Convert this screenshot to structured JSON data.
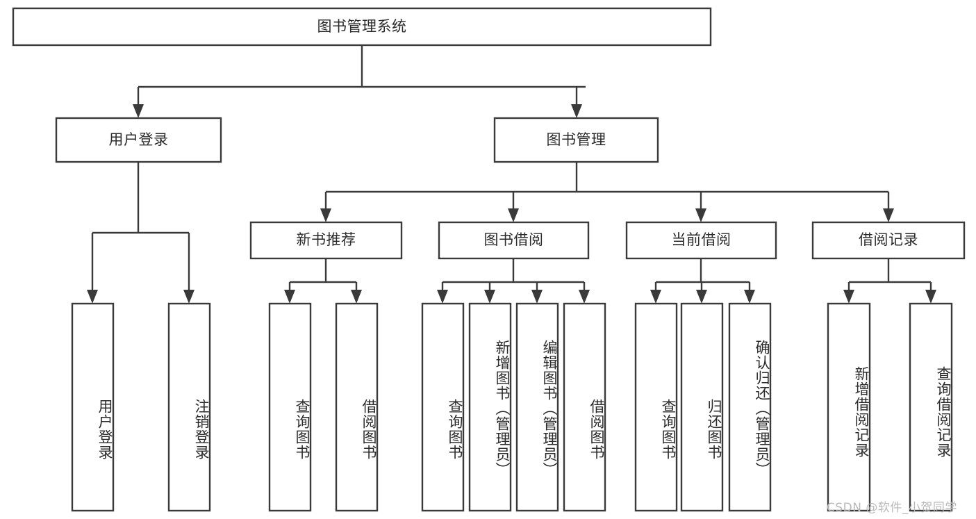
{
  "diagram": {
    "type": "tree-hierarchy",
    "title": "图书管理系统",
    "orientation": "top-down",
    "watermark": "CSDN @软件_小贺同学",
    "levels": [
      {
        "level": 1,
        "nodes": [
          {
            "id": "root",
            "label": "图书管理系统",
            "text_direction": "horizontal"
          }
        ]
      },
      {
        "level": 2,
        "nodes": [
          {
            "id": "user-login",
            "label": "用户登录",
            "parent": "root",
            "text_direction": "horizontal"
          },
          {
            "id": "book-manage",
            "label": "图书管理",
            "parent": "root",
            "text_direction": "horizontal"
          }
        ]
      },
      {
        "level": 3,
        "nodes": [
          {
            "id": "new-book-rec",
            "label": "新书推荐",
            "parent": "book-manage",
            "text_direction": "horizontal"
          },
          {
            "id": "book-borrow",
            "label": "图书借阅",
            "parent": "book-manage",
            "text_direction": "horizontal"
          },
          {
            "id": "current-borrow",
            "label": "当前借阅",
            "parent": "book-manage",
            "text_direction": "horizontal"
          },
          {
            "id": "borrow-record",
            "label": "借阅记录",
            "parent": "book-manage",
            "text_direction": "horizontal"
          }
        ]
      },
      {
        "level": 4,
        "nodes": [
          {
            "id": "leaf-user-login",
            "label": "用户登录",
            "parent": "user-login",
            "text_direction": "vertical"
          },
          {
            "id": "leaf-logout",
            "label": "注销登录",
            "parent": "user-login",
            "text_direction": "vertical"
          },
          {
            "id": "leaf-query-book-1",
            "label": "查询图书",
            "parent": "new-book-rec",
            "text_direction": "vertical"
          },
          {
            "id": "leaf-borrow-book-1",
            "label": "借阅图书",
            "parent": "new-book-rec",
            "text_direction": "vertical"
          },
          {
            "id": "leaf-query-book-2",
            "label": "查询图书",
            "parent": "book-borrow",
            "text_direction": "vertical"
          },
          {
            "id": "leaf-add-book",
            "label": "新增图书（管理员）",
            "parent": "book-borrow",
            "text_direction": "vertical"
          },
          {
            "id": "leaf-edit-book",
            "label": "编辑图书（管理员）",
            "parent": "book-borrow",
            "text_direction": "vertical"
          },
          {
            "id": "leaf-borrow-book-2",
            "label": "借阅图书",
            "parent": "book-borrow",
            "text_direction": "vertical"
          },
          {
            "id": "leaf-query-book-3",
            "label": "查询图书",
            "parent": "current-borrow",
            "text_direction": "vertical"
          },
          {
            "id": "leaf-return-book",
            "label": "归还图书",
            "parent": "current-borrow",
            "text_direction": "vertical"
          },
          {
            "id": "leaf-confirm-return",
            "label": "确认归还（管理员）",
            "parent": "current-borrow",
            "text_direction": "vertical"
          },
          {
            "id": "leaf-add-record",
            "label": "新增借阅记录",
            "parent": "borrow-record",
            "text_direction": "vertical"
          },
          {
            "id": "leaf-query-record",
            "label": "查询借阅记录",
            "parent": "borrow-record",
            "text_direction": "vertical"
          }
        ]
      }
    ],
    "colors": {
      "box_stroke": "#3a3a3a",
      "box_fill": "#ffffff",
      "text": "#2b2b2b",
      "connector": "#3a3a3a",
      "background": "#ffffff",
      "watermark": "#b9b9b9"
    }
  }
}
